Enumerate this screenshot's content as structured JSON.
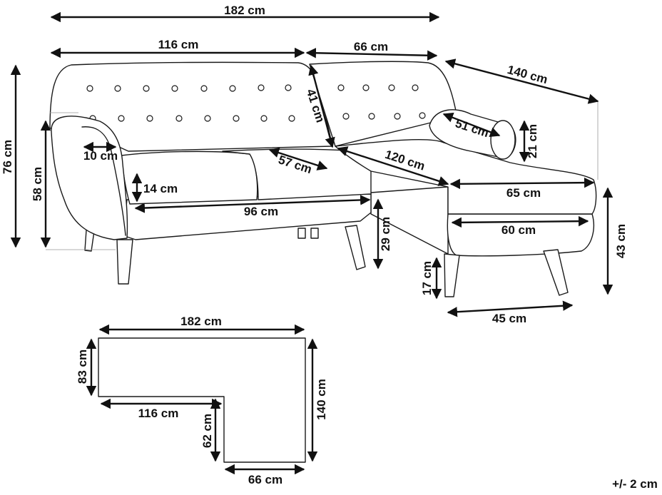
{
  "labels": {
    "total_width": "182 cm",
    "sofa_width": "116 cm",
    "chaise_width": "66 cm",
    "chaise_length": "140 cm",
    "total_height": "76 cm",
    "back_height": "58 cm",
    "armrest_width": "10 cm",
    "back_cushion_depth": "41 cm",
    "seat_depth": "57 cm",
    "seat_thickness": "14 cm",
    "seat_width": "96 cm",
    "chaise_seat_length": "120 cm",
    "bolster_length": "51 cm",
    "bolster_height": "21 cm",
    "chaise_front_top": "65 cm",
    "chaise_front_bottom": "60 cm",
    "seat_height": "43 cm",
    "seat_floor_clearance": "29 cm",
    "leg_height": "17 cm",
    "leg_spacing": "45 cm",
    "plan_total_width": "182 cm",
    "plan_sofa_depth": "83 cm",
    "plan_total_length": "140 cm",
    "plan_sofa_width": "116 cm",
    "plan_chaise_extension": "62 cm",
    "plan_chaise_width": "66 cm",
    "tolerance": "+/- 2 cm"
  }
}
